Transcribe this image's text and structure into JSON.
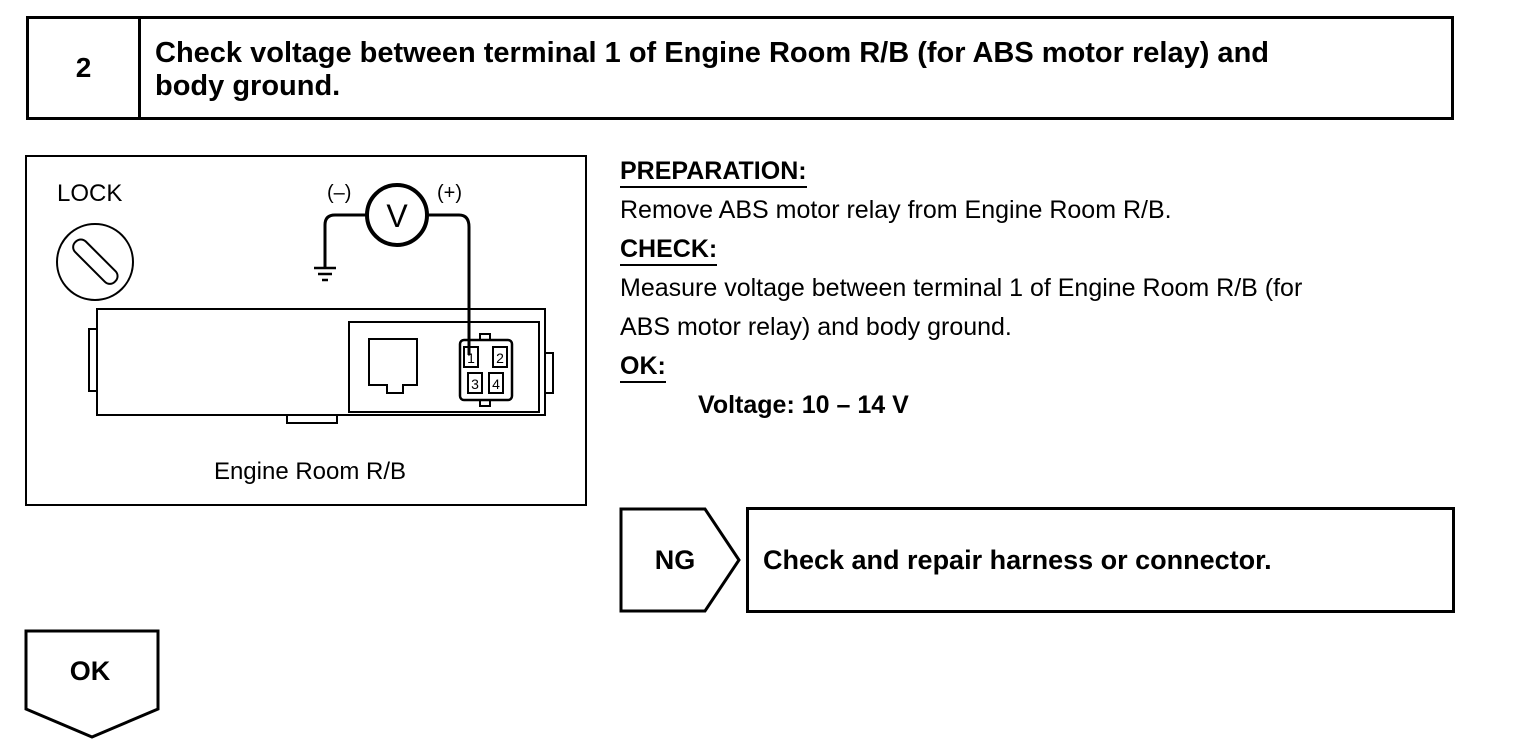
{
  "step": {
    "number": "2",
    "title_line1": "Check voltage between terminal 1 of Engine Room R/B (for ABS motor relay) and",
    "title_line2": "body ground."
  },
  "figure": {
    "lock_label": "LOCK",
    "minus_label": "(–)",
    "plus_label": "(+)",
    "meter_label": "V",
    "terminals": [
      "1",
      "2",
      "3",
      "4"
    ],
    "caption": "Engine Room R/B"
  },
  "instructions": {
    "preparation_heading": "PREPARATION:",
    "preparation_text": "Remove ABS motor relay from Engine Room R/B.",
    "check_heading": "CHECK:",
    "check_text_line1": "Measure voltage between terminal 1 of Engine Room R/B (for",
    "check_text_line2": "ABS motor relay) and body ground.",
    "ok_heading": "OK:",
    "ok_spec": "Voltage: 10 – 14 V"
  },
  "ng_branch": {
    "label": "NG",
    "action": "Check and repair harness or connector."
  },
  "ok_branch": {
    "label": "OK"
  }
}
